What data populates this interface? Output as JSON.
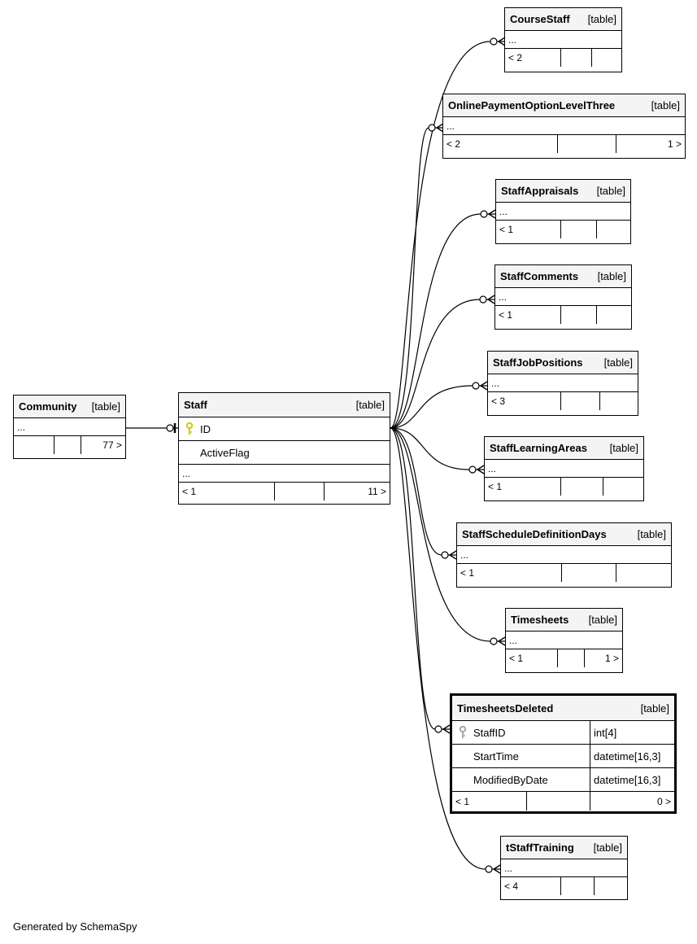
{
  "diagram": {
    "focus_table": "Staff",
    "tables": {
      "community": {
        "name": "Community",
        "kind": "[table]",
        "ellipsis": "...",
        "foot": [
          "",
          "",
          "77 >"
        ]
      },
      "staff": {
        "name": "Staff",
        "kind": "[table]",
        "columns": [
          {
            "name": "ID",
            "key": "primary"
          },
          {
            "name": "ActiveFlag"
          }
        ],
        "ellipsis": "...",
        "foot": [
          "< 1",
          "",
          "11 >"
        ]
      },
      "course_staff": {
        "name": "CourseStaff",
        "kind": "[table]",
        "ellipsis": "...",
        "foot": [
          "< 2",
          "",
          ""
        ]
      },
      "online_payment": {
        "name": "OnlinePaymentOptionLevelThree",
        "kind": "[table]",
        "ellipsis": "...",
        "foot": [
          "< 2",
          "",
          "1 >"
        ]
      },
      "staff_appraisals": {
        "name": "StaffAppraisals",
        "kind": "[table]",
        "ellipsis": "...",
        "foot": [
          "< 1",
          "",
          ""
        ]
      },
      "staff_comments": {
        "name": "StaffComments",
        "kind": "[table]",
        "ellipsis": "...",
        "foot": [
          "< 1",
          "",
          ""
        ]
      },
      "staff_job_positions": {
        "name": "StaffJobPositions",
        "kind": "[table]",
        "ellipsis": "...",
        "foot": [
          "< 3",
          "",
          ""
        ]
      },
      "staff_learning_areas": {
        "name": "StaffLearningAreas",
        "kind": "[table]",
        "ellipsis": "...",
        "foot": [
          "< 1",
          "",
          ""
        ]
      },
      "staff_schedule_days": {
        "name": "StaffScheduleDefinitionDays",
        "kind": "[table]",
        "ellipsis": "...",
        "foot": [
          "< 1",
          "",
          ""
        ]
      },
      "timesheets": {
        "name": "Timesheets",
        "kind": "[table]",
        "ellipsis": "...",
        "foot": [
          "< 1",
          "",
          "1 >"
        ]
      },
      "timesheets_deleted": {
        "name": "TimesheetsDeleted",
        "kind": "[table]",
        "columns": [
          {
            "name": "StaffID",
            "type": "int[4]",
            "key": "foreign"
          },
          {
            "name": "StartTime",
            "type": "datetime[16,3]"
          },
          {
            "name": "ModifiedByDate",
            "type": "datetime[16,3]"
          }
        ],
        "foot": [
          "< 1",
          "",
          "0 >"
        ]
      },
      "t_staff_training": {
        "name": "tStaffTraining",
        "kind": "[table]",
        "ellipsis": "...",
        "foot": [
          "< 4",
          "",
          ""
        ]
      }
    },
    "colors": {
      "primary_key": "#d4c800",
      "foreign_key": "#a8a8a8",
      "header_bg": "#f4f4f4"
    },
    "footer_note": "Generated by SchemaSpy"
  }
}
